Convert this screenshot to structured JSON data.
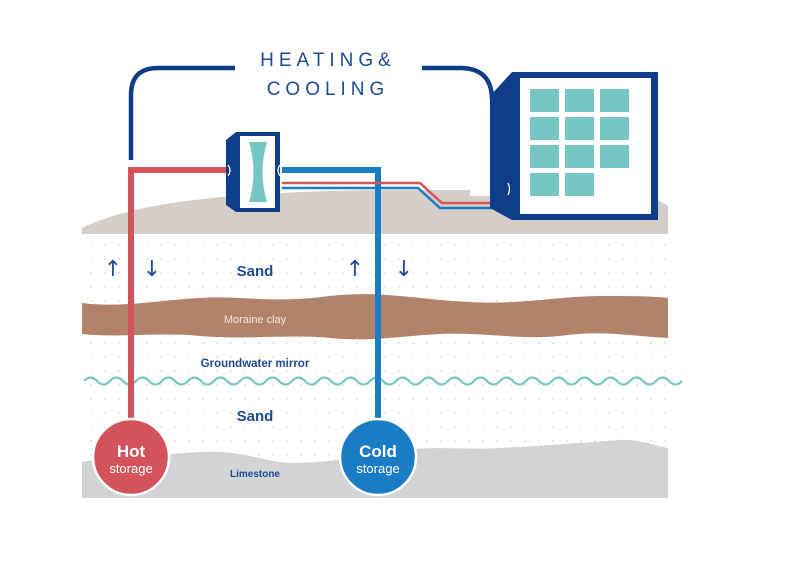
{
  "title": {
    "line1": "HEATING&",
    "line2": "COOLING"
  },
  "layers": {
    "sand_upper": "Sand",
    "moraine_clay": "Moraine clay",
    "groundwater_mirror": "Groundwater mirror",
    "sand_lower": "Sand",
    "limestone": "Limestone"
  },
  "storage": {
    "hot": {
      "title": "Hot",
      "subtitle": "storage",
      "color": "#d2545a"
    },
    "cold": {
      "title": "Cold",
      "subtitle": "storage",
      "color": "#1a7cc4"
    }
  },
  "arrows": {
    "up": "↑",
    "down": "↓"
  },
  "colors": {
    "navy": "#0f3d8a",
    "teal": "#74c7c3",
    "clay": "#b3826a",
    "ground_surface": "#d5cdc7",
    "limestone": "#d2d3d5",
    "hot_pipe": "#d2545a",
    "cold_pipe": "#1a7cc4"
  }
}
